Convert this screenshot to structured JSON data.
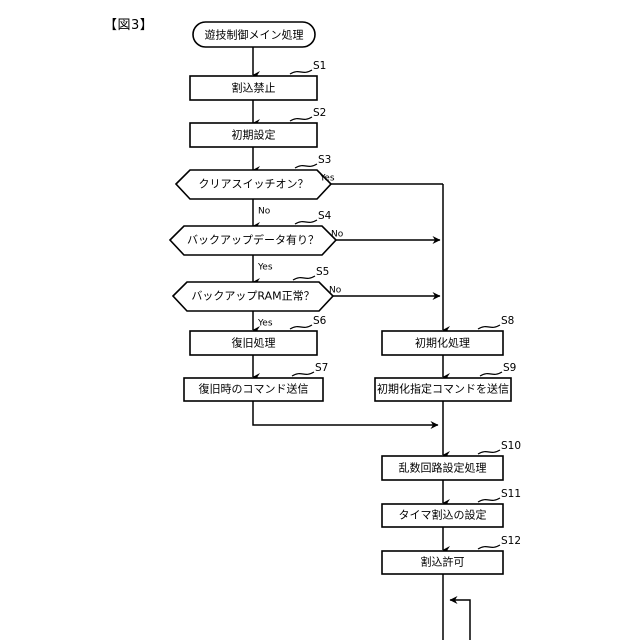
{
  "figure": {
    "label": "【図3】",
    "title": "遊技制御メイン処理"
  },
  "nodes": {
    "start": {
      "text": "遊技制御メイン処理",
      "shape": "terminal"
    },
    "s1": {
      "step": "S1",
      "text": "割込禁止",
      "shape": "process"
    },
    "s2": {
      "step": "S2",
      "text": "初期設定",
      "shape": "process"
    },
    "s3": {
      "step": "S3",
      "text": "クリアスイッチオン？",
      "shape": "decision"
    },
    "s4": {
      "step": "S4",
      "text": "バックアップデータ有り？",
      "shape": "decision"
    },
    "s5": {
      "step": "S5",
      "text": "バックアップRAM正常？",
      "shape": "decision"
    },
    "s6": {
      "step": "S6",
      "text": "復旧処理",
      "shape": "process"
    },
    "s7": {
      "step": "S7",
      "text": "復旧時のコマンド送信",
      "shape": "process"
    },
    "s8": {
      "step": "S8",
      "text": "初期化処理",
      "shape": "process"
    },
    "s9": {
      "step": "S9",
      "text": "初期化指定コマンドを送信",
      "shape": "process"
    },
    "s10": {
      "step": "S10",
      "text": "乱数回路設定処理",
      "shape": "process"
    },
    "s11": {
      "step": "S11",
      "text": "タイマ割込の設定",
      "shape": "process"
    },
    "s12": {
      "step": "S12",
      "text": "割込許可",
      "shape": "process"
    }
  },
  "branches": {
    "s3_yes": "Yes",
    "s3_no": "No",
    "s4_no": "No",
    "s4_yes": "Yes",
    "s5_no": "No",
    "s5_yes": "Yes"
  },
  "colors": {
    "stroke": "#000000",
    "fill": "#ffffff",
    "background": "#ffffff"
  }
}
